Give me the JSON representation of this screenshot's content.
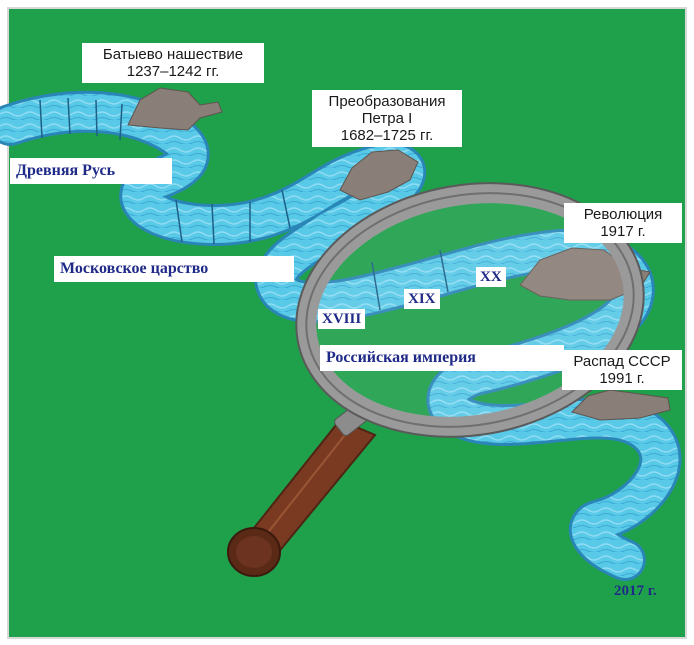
{
  "colors": {
    "background": "#1fa04a",
    "river": "#59c9e8",
    "river_edge": "#2b86b8",
    "rock": "#8a7f78",
    "lens_rim": "#9a9a9a",
    "handle": "#7a3a22",
    "era_text": "#1f2a88"
  },
  "events": {
    "batu": {
      "line1": "Батыево нашествие",
      "line2": "1237–1242 гг."
    },
    "peter": {
      "line1": "Преобразования",
      "line2": "Петра I",
      "line3": "1682–1725 гг."
    },
    "revolution": {
      "line1": "Революция",
      "line2": "1917 г."
    },
    "ussr": {
      "line1": "Распад СССР",
      "line2": "1991 г."
    }
  },
  "eras": {
    "ancient_rus": "Древняя Русь",
    "moscow_tsardom": "Московское царство",
    "russian_empire": "Российская империя"
  },
  "centuries": {
    "c18": "XVIII",
    "c19": "XIX",
    "c20": "XX"
  },
  "year_end": "2017 г.",
  "icons": [
    "magnifying-glass-icon",
    "rock-icon"
  ]
}
